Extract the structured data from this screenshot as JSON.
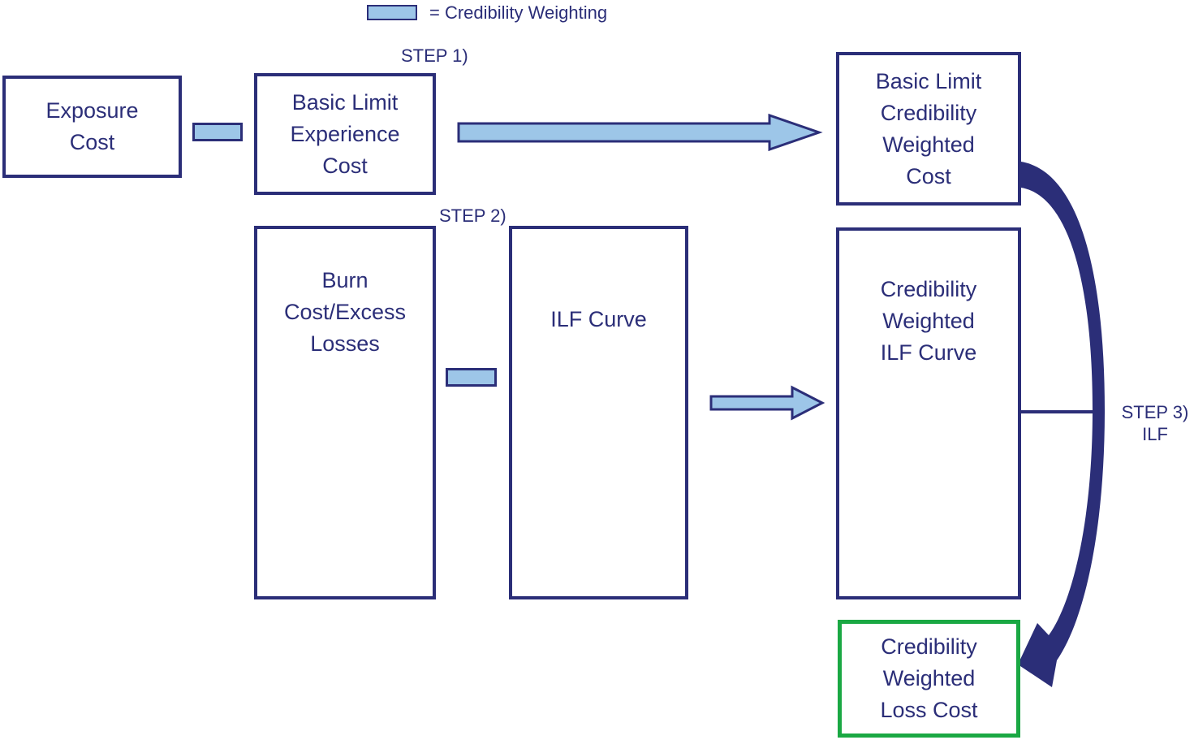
{
  "diagram": {
    "legend": {
      "label": "= Credibility Weighting"
    },
    "step_labels": {
      "step1": "STEP 1)",
      "step2": "STEP 2)",
      "step3": "STEP 3)",
      "step3_sub": "ILF"
    },
    "nodes": {
      "exposure_cost": {
        "label": "Exposure\nCost"
      },
      "basic_limit_experience_cost": {
        "label": "Basic Limit\nExperience\nCost"
      },
      "basic_limit_credibility_weighted_cost": {
        "label": "Basic Limit\nCredibility\nWeighted\nCost"
      },
      "burn_cost_excess_losses": {
        "label": "Burn\nCost/Excess\nLosses"
      },
      "ilf_curve": {
        "label": "ILF Curve"
      },
      "credibility_weighted_ilf_curve": {
        "label": "Credibility\nWeighted\nILF Curve"
      },
      "credibility_weighted_loss_cost": {
        "label": "Credibility\nWeighted\nLoss Cost"
      }
    },
    "colors": {
      "navy": "#2B2E78",
      "light_blue": "#9DC6E8",
      "green": "#1AA843"
    }
  }
}
